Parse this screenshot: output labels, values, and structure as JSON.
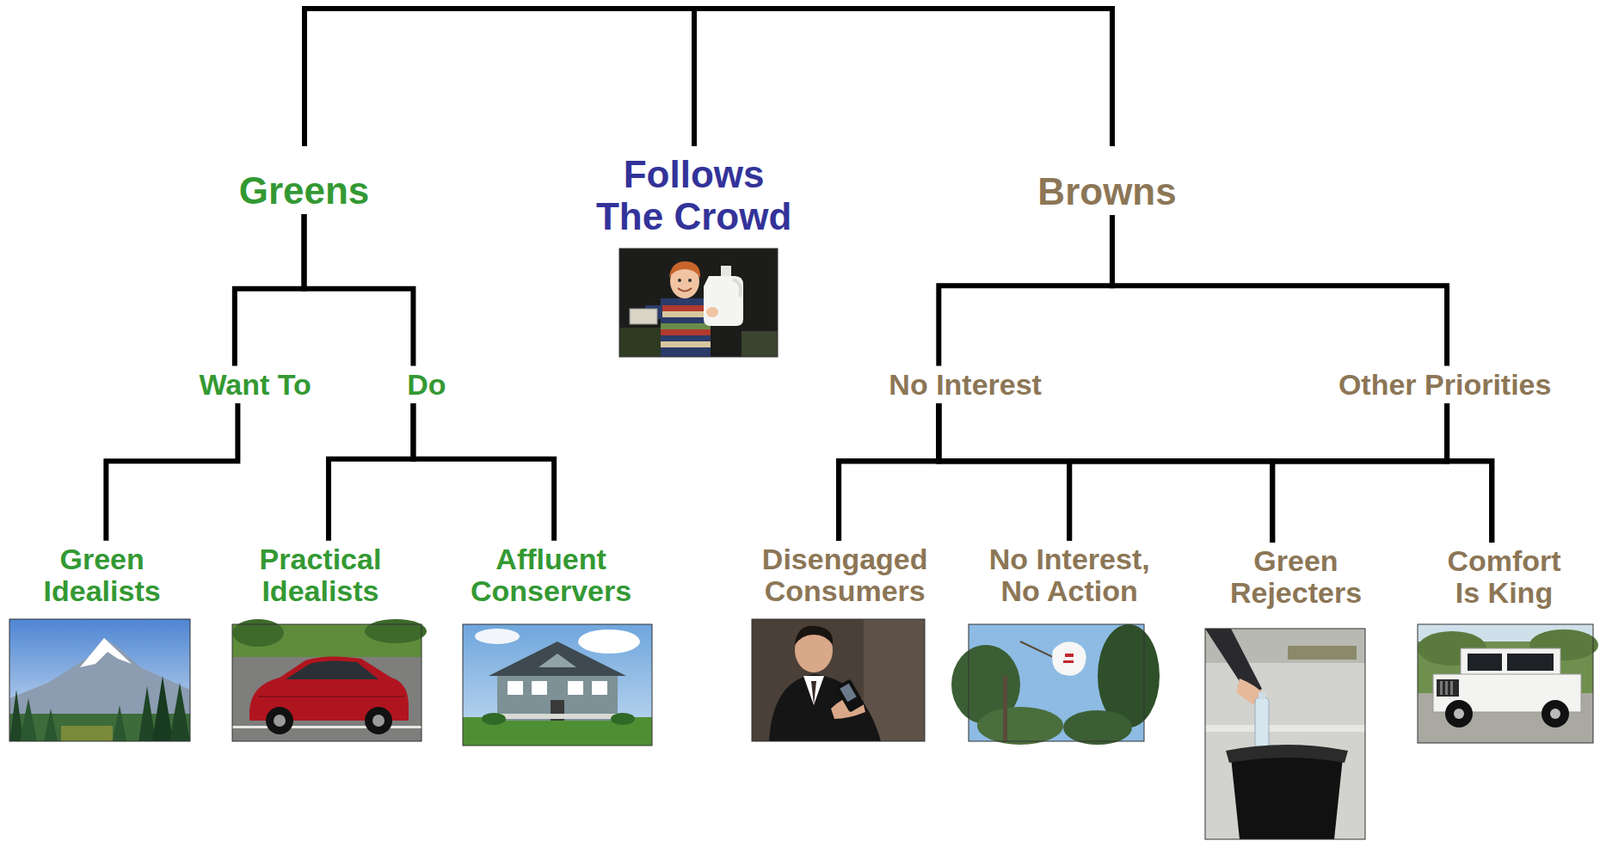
{
  "diagram": {
    "nodes": [
      {
        "text": [
          "Greens"
        ]
      },
      {
        "text": [
          "Follows The Crowd"
        ]
      },
      {
        "text": [
          "Browns"
        ]
      },
      {
        "text": [
          "Want To"
        ]
      },
      {
        "text": [
          "Do"
        ]
      },
      {
        "text": [
          "No Interest"
        ]
      },
      {
        "text": [
          "Other Priorities"
        ]
      },
      {
        "text": [
          "Green Idealists"
        ]
      },
      {
        "text": [
          "Practical Idealists"
        ]
      },
      {
        "text": [
          "Affluent Conservers"
        ]
      },
      {
        "text": [
          "Disengaged Consumers"
        ]
      },
      {
        "text": [
          "No Interest, No Action"
        ]
      },
      {
        "text": [
          "Green Rejecters"
        ]
      },
      {
        "text": [
          "Comfort Is King"
        ]
      }
    ],
    "edges": [
      {
        "from": 0,
        "to": 3,
        "arrow": "none"
      },
      {
        "from": 0,
        "to": 4,
        "arrow": "none"
      },
      {
        "from": 3,
        "to": 7,
        "arrow": "none"
      },
      {
        "from": 4,
        "to": 8,
        "arrow": "none"
      },
      {
        "from": 4,
        "to": 9,
        "arrow": "none"
      },
      {
        "from": 2,
        "to": 5,
        "arrow": "none"
      },
      {
        "from": 2,
        "to": 6,
        "arrow": "none"
      },
      {
        "from": 5,
        "to": 10,
        "arrow": "none"
      },
      {
        "from": 5,
        "to": 11,
        "arrow": "none"
      },
      {
        "from": 5,
        "to": 12,
        "arrow": "none"
      },
      {
        "from": 5,
        "to": 13,
        "arrow": "none"
      },
      {
        "from": 6,
        "to": 10,
        "arrow": "none"
      },
      {
        "from": 6,
        "to": 11,
        "arrow": "none"
      },
      {
        "from": 6,
        "to": 12,
        "arrow": "none"
      },
      {
        "from": 6,
        "to": 13,
        "arrow": "none"
      }
    ]
  }
}
